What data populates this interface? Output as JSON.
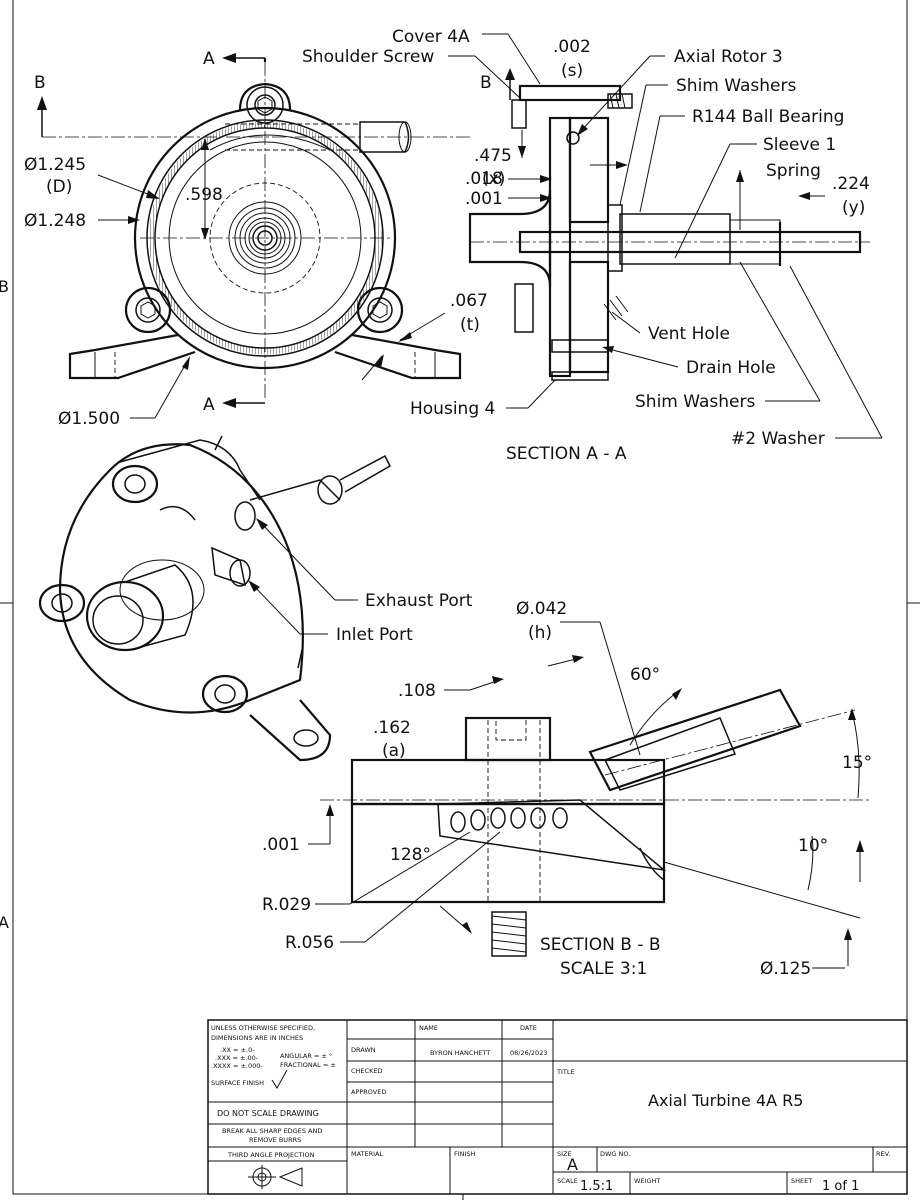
{
  "front_view": {
    "section_letters": {
      "a_top": "A",
      "a_bottom": "A",
      "b": "B"
    },
    "dims": {
      "d1245": "Ø1.245",
      "d1245_sub": "(D)",
      "d1248": "Ø1.248",
      "d598": ".598",
      "d067": ".067",
      "d067_sub": "(t)",
      "d1500": "Ø1.500"
    }
  },
  "section_a": {
    "title": "SECTION A - A",
    "b_letter": "B",
    "labels": {
      "cover": "Cover 4A",
      "shoulder_screw": "Shoulder Screw",
      "axial_rotor": "Axial Rotor 3",
      "shim_washers_top": "Shim Washers",
      "ball_bearing": "R144 Ball Bearing",
      "sleeve": "Sleeve 1",
      "spring": "Spring",
      "vent_hole": "Vent Hole",
      "drain_hole": "Drain Hole",
      "housing": "Housing 4",
      "shim_washers_bottom": "Shim Washers",
      "washer": "#2 Washer"
    },
    "dims": {
      "d002": ".002",
      "d002_sub": "(s)",
      "d475": ".475",
      "d475_sub": "(x)",
      "d224": ".224",
      "d224_sub": "(y)",
      "d018": ".018",
      "d001": ".001"
    }
  },
  "iso_view": {
    "labels": {
      "exhaust_port": "Exhaust Port",
      "inlet_port": "Inlet Port"
    }
  },
  "section_b": {
    "title": "SECTION B - B",
    "scale": "SCALE 3:1",
    "dims": {
      "d042": "Ø.042",
      "d042_sub": "(h)",
      "d108": ".108",
      "d162": ".162",
      "d162_sub": "(a)",
      "a60": "60°",
      "a15": "15°",
      "a10": "10°",
      "d001": ".001",
      "a128": "128°",
      "r029": "R.029",
      "r056": "R.056",
      "d125": "Ø.125"
    }
  },
  "title_block": {
    "notes": {
      "line1": "UNLESS OTHERWISE SPECIFIED,",
      "line2": "DIMENSIONS ARE IN INCHES",
      "tol1": ".XX = ±.0-",
      "tol2": ".XXX = ±.00-",
      "tol3": ".XXXX = ±.000-",
      "angular": "ANGULAR = ± °",
      "fractional": "FRACTIONAL = ±",
      "surface_finish": "SURFACE FINISH"
    },
    "do_not_scale": "DO NOT SCALE DRAWING",
    "break_edges1": "BREAK ALL SHARP EDGES AND",
    "break_edges2": "REMOVE BURRS",
    "projection": "THIRD ANGLE PROJECTION",
    "headers": {
      "name": "NAME",
      "date": "DATE"
    },
    "rows": {
      "drawn": "DRAWN",
      "checked": "CHECKED",
      "approved": "APPROVED"
    },
    "drawn_name": "BYRON HANCHETT",
    "drawn_date": "08/26/2023",
    "material": "MATERIAL",
    "finish": "FINISH",
    "title_label": "TITLE",
    "title": "Axial Turbine 4A R5",
    "size_label": "SIZE",
    "size": "A",
    "dwg_no_label": "DWG NO.",
    "rev_label": "REV.",
    "scale_label": "SCALE",
    "scale": "1.5:1",
    "weight_label": "WEIGHT",
    "sheet_label": "SHEET",
    "sheet": "1 of 1"
  },
  "border": {
    "zone_left_upper": "B",
    "zone_left_lower": "A"
  }
}
